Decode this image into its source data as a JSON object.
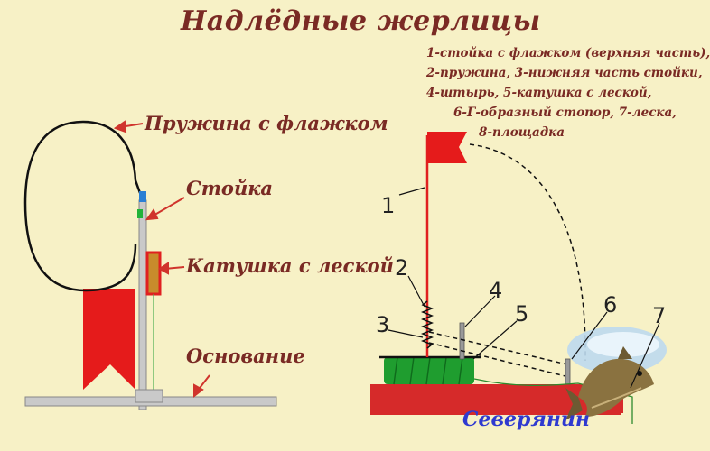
{
  "title": "Надлёдные жерлицы",
  "left_labels": {
    "spring": "Пружина с флажком",
    "post": "Стойка",
    "reel": "Катушка с леской",
    "base": "Основание"
  },
  "legend": [
    "1-стойка с флажком (верхняя часть),",
    "2-пружина, 3-нижняя часть стойки,",
    "4-штырь, 5-катушка с леской,",
    "6-Г-образный стопор, 7-леска,",
    "8-площадка"
  ],
  "numbers": [
    "1",
    "2",
    "3",
    "4",
    "5",
    "6",
    "7"
  ],
  "signature": "Северянин",
  "colors": {
    "background": "#f7f1c6",
    "label": "#7a2a24",
    "flag": "#e51b1b",
    "reel": "#1f9d2f",
    "arrow": "#d0342c",
    "signature": "#2f3ad0"
  }
}
